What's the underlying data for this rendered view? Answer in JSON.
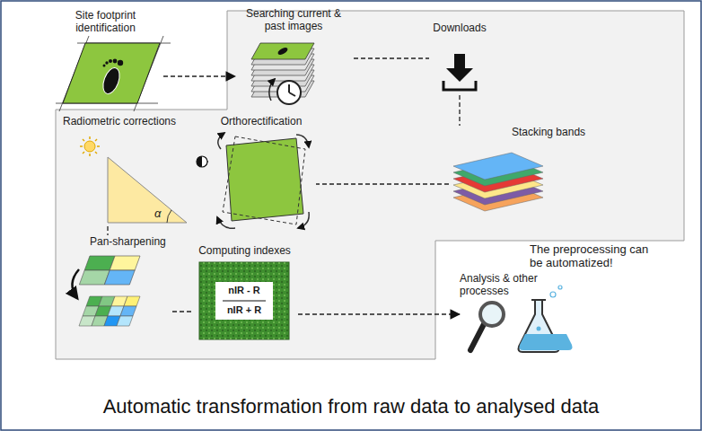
{
  "diagram": {
    "caption": "Automatic transformation from raw data to analysed data",
    "nodes": [
      {
        "text": [
          "Site footprint identification"
        ]
      },
      {
        "text": [
          "Searching current & past images"
        ]
      },
      {
        "text": [
          "Downloads"
        ]
      },
      {
        "text": [
          "Stacking bands"
        ]
      },
      {
        "text": [
          "Orthorectification"
        ]
      },
      {
        "text": [
          "Radiometric corrections"
        ]
      },
      {
        "text": [
          "Pan-sharpening"
        ]
      },
      {
        "text": [
          "Computing indexes"
        ]
      },
      {
        "text": [
          "Analysis & other processes"
        ]
      }
    ],
    "edges": [
      {
        "from": 0,
        "to": 1,
        "arrow": "to"
      },
      {
        "from": 1,
        "to": 2,
        "arrow": "none"
      },
      {
        "from": 2,
        "to": 3,
        "arrow": "none"
      },
      {
        "from": 3,
        "to": 4,
        "arrow": "none"
      },
      {
        "from": 4,
        "to": 5,
        "arrow": "none"
      },
      {
        "from": 5,
        "to": 6,
        "arrow": "none"
      },
      {
        "from": 6,
        "to": 7,
        "arrow": "none"
      },
      {
        "from": 7,
        "to": 8,
        "arrow": "to"
      }
    ],
    "labels": [
      "The preprocessing can be automatized!",
      "nIR - R",
      "nIR + R",
      "α"
    ]
  }
}
